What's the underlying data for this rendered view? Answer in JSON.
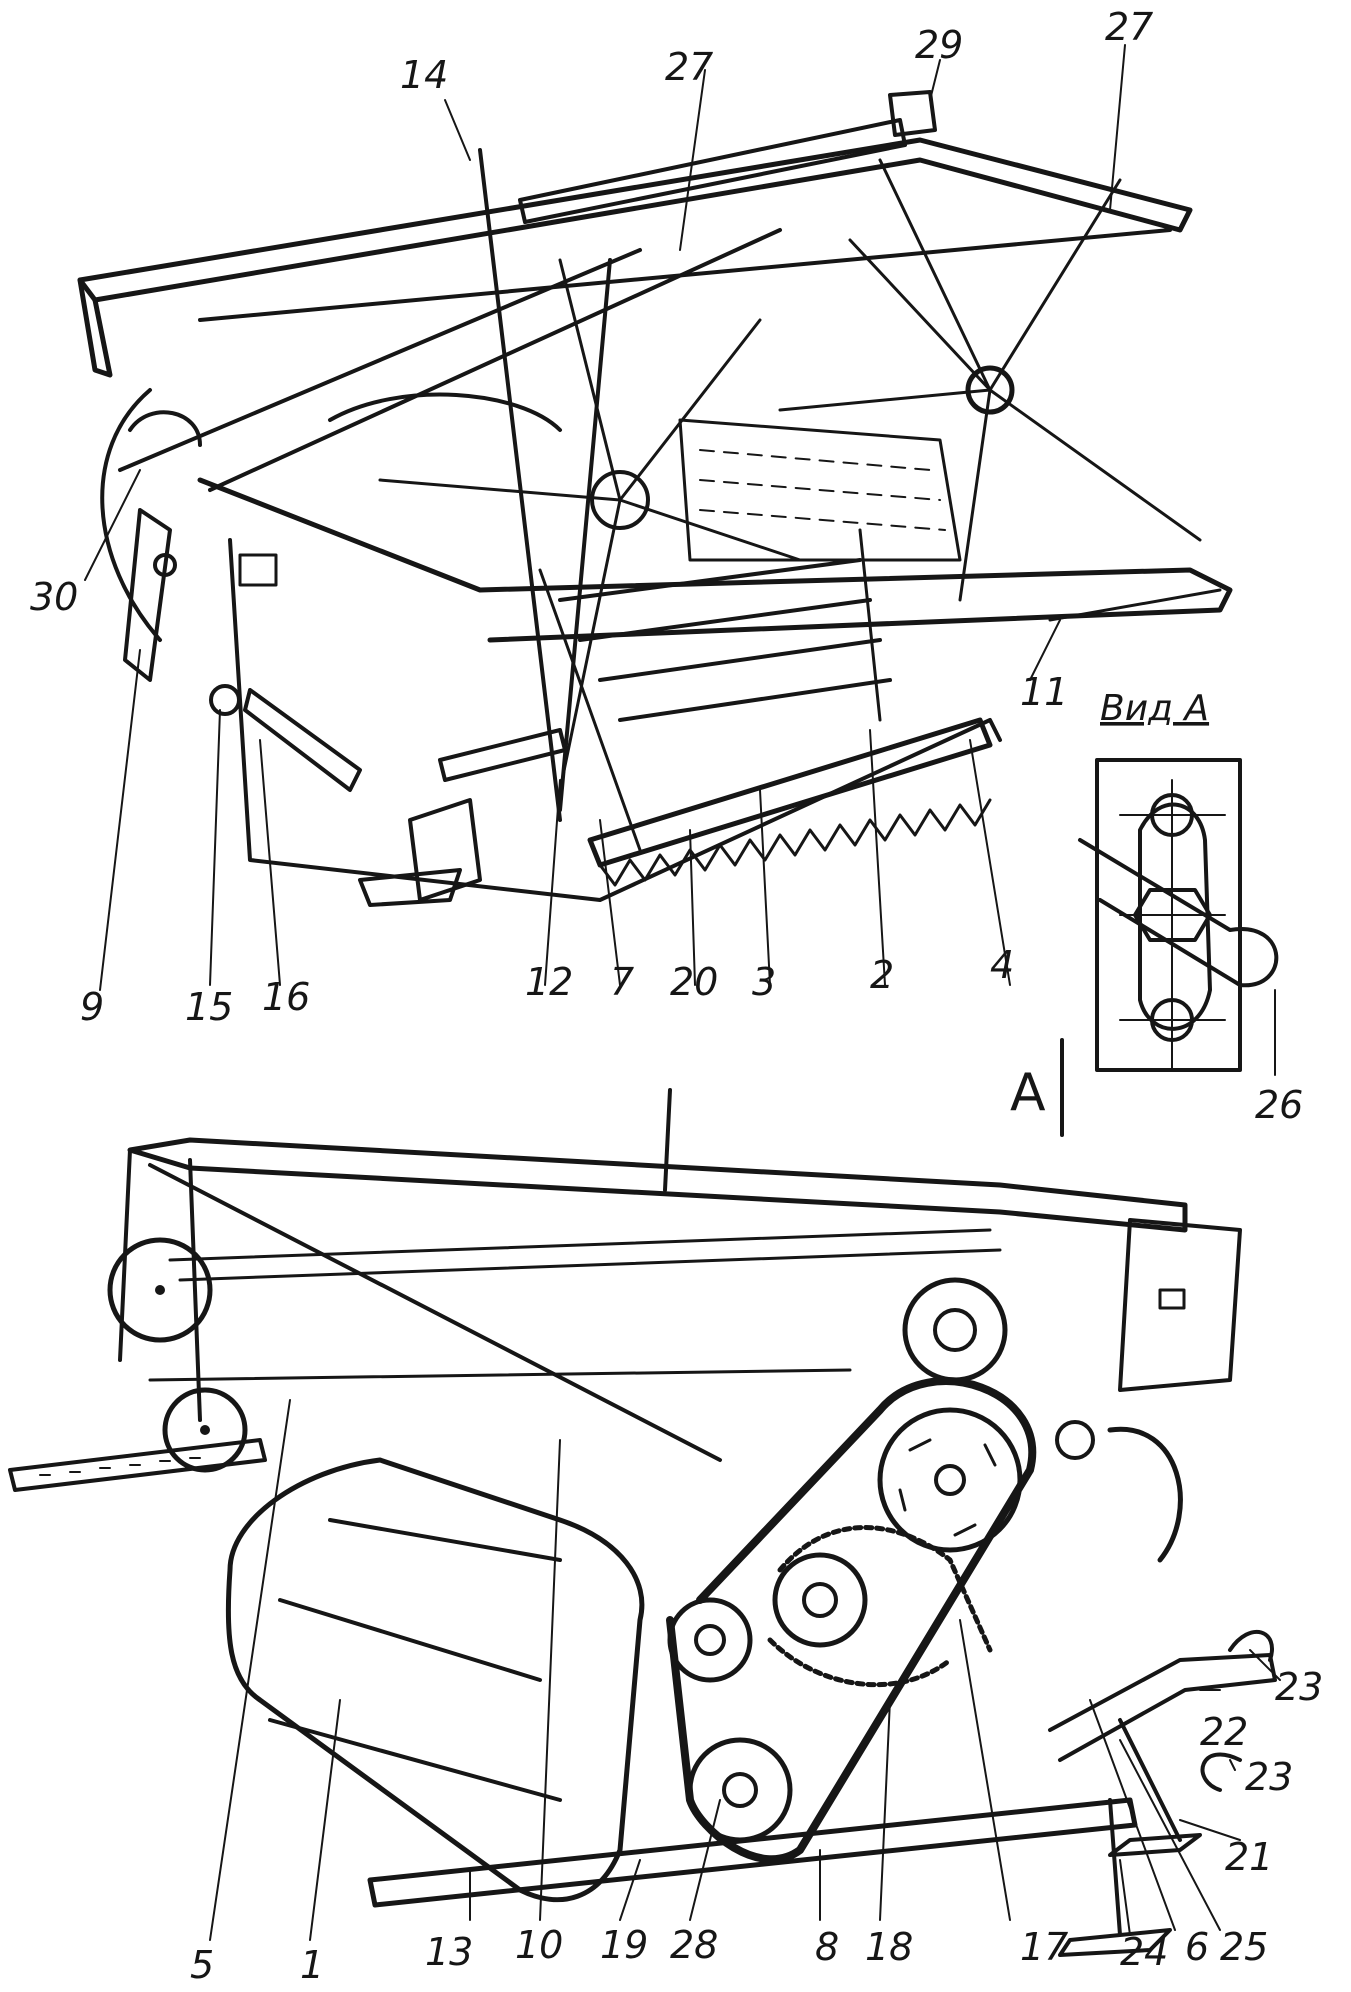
{
  "callouts_top": [
    "14",
    "27",
    "29",
    "27",
    "30",
    "11",
    "9",
    "15",
    "16",
    "12",
    "7",
    "20",
    "3",
    "2",
    "4"
  ],
  "view_a": {
    "title": "Вид А",
    "label": "26"
  },
  "view_arrow": "А",
  "callouts_bottom": [
    "23",
    "22",
    "23",
    "21",
    "5",
    "1",
    "13",
    "10",
    "19",
    "28",
    "8",
    "18",
    "17",
    "24",
    "6",
    "25"
  ]
}
